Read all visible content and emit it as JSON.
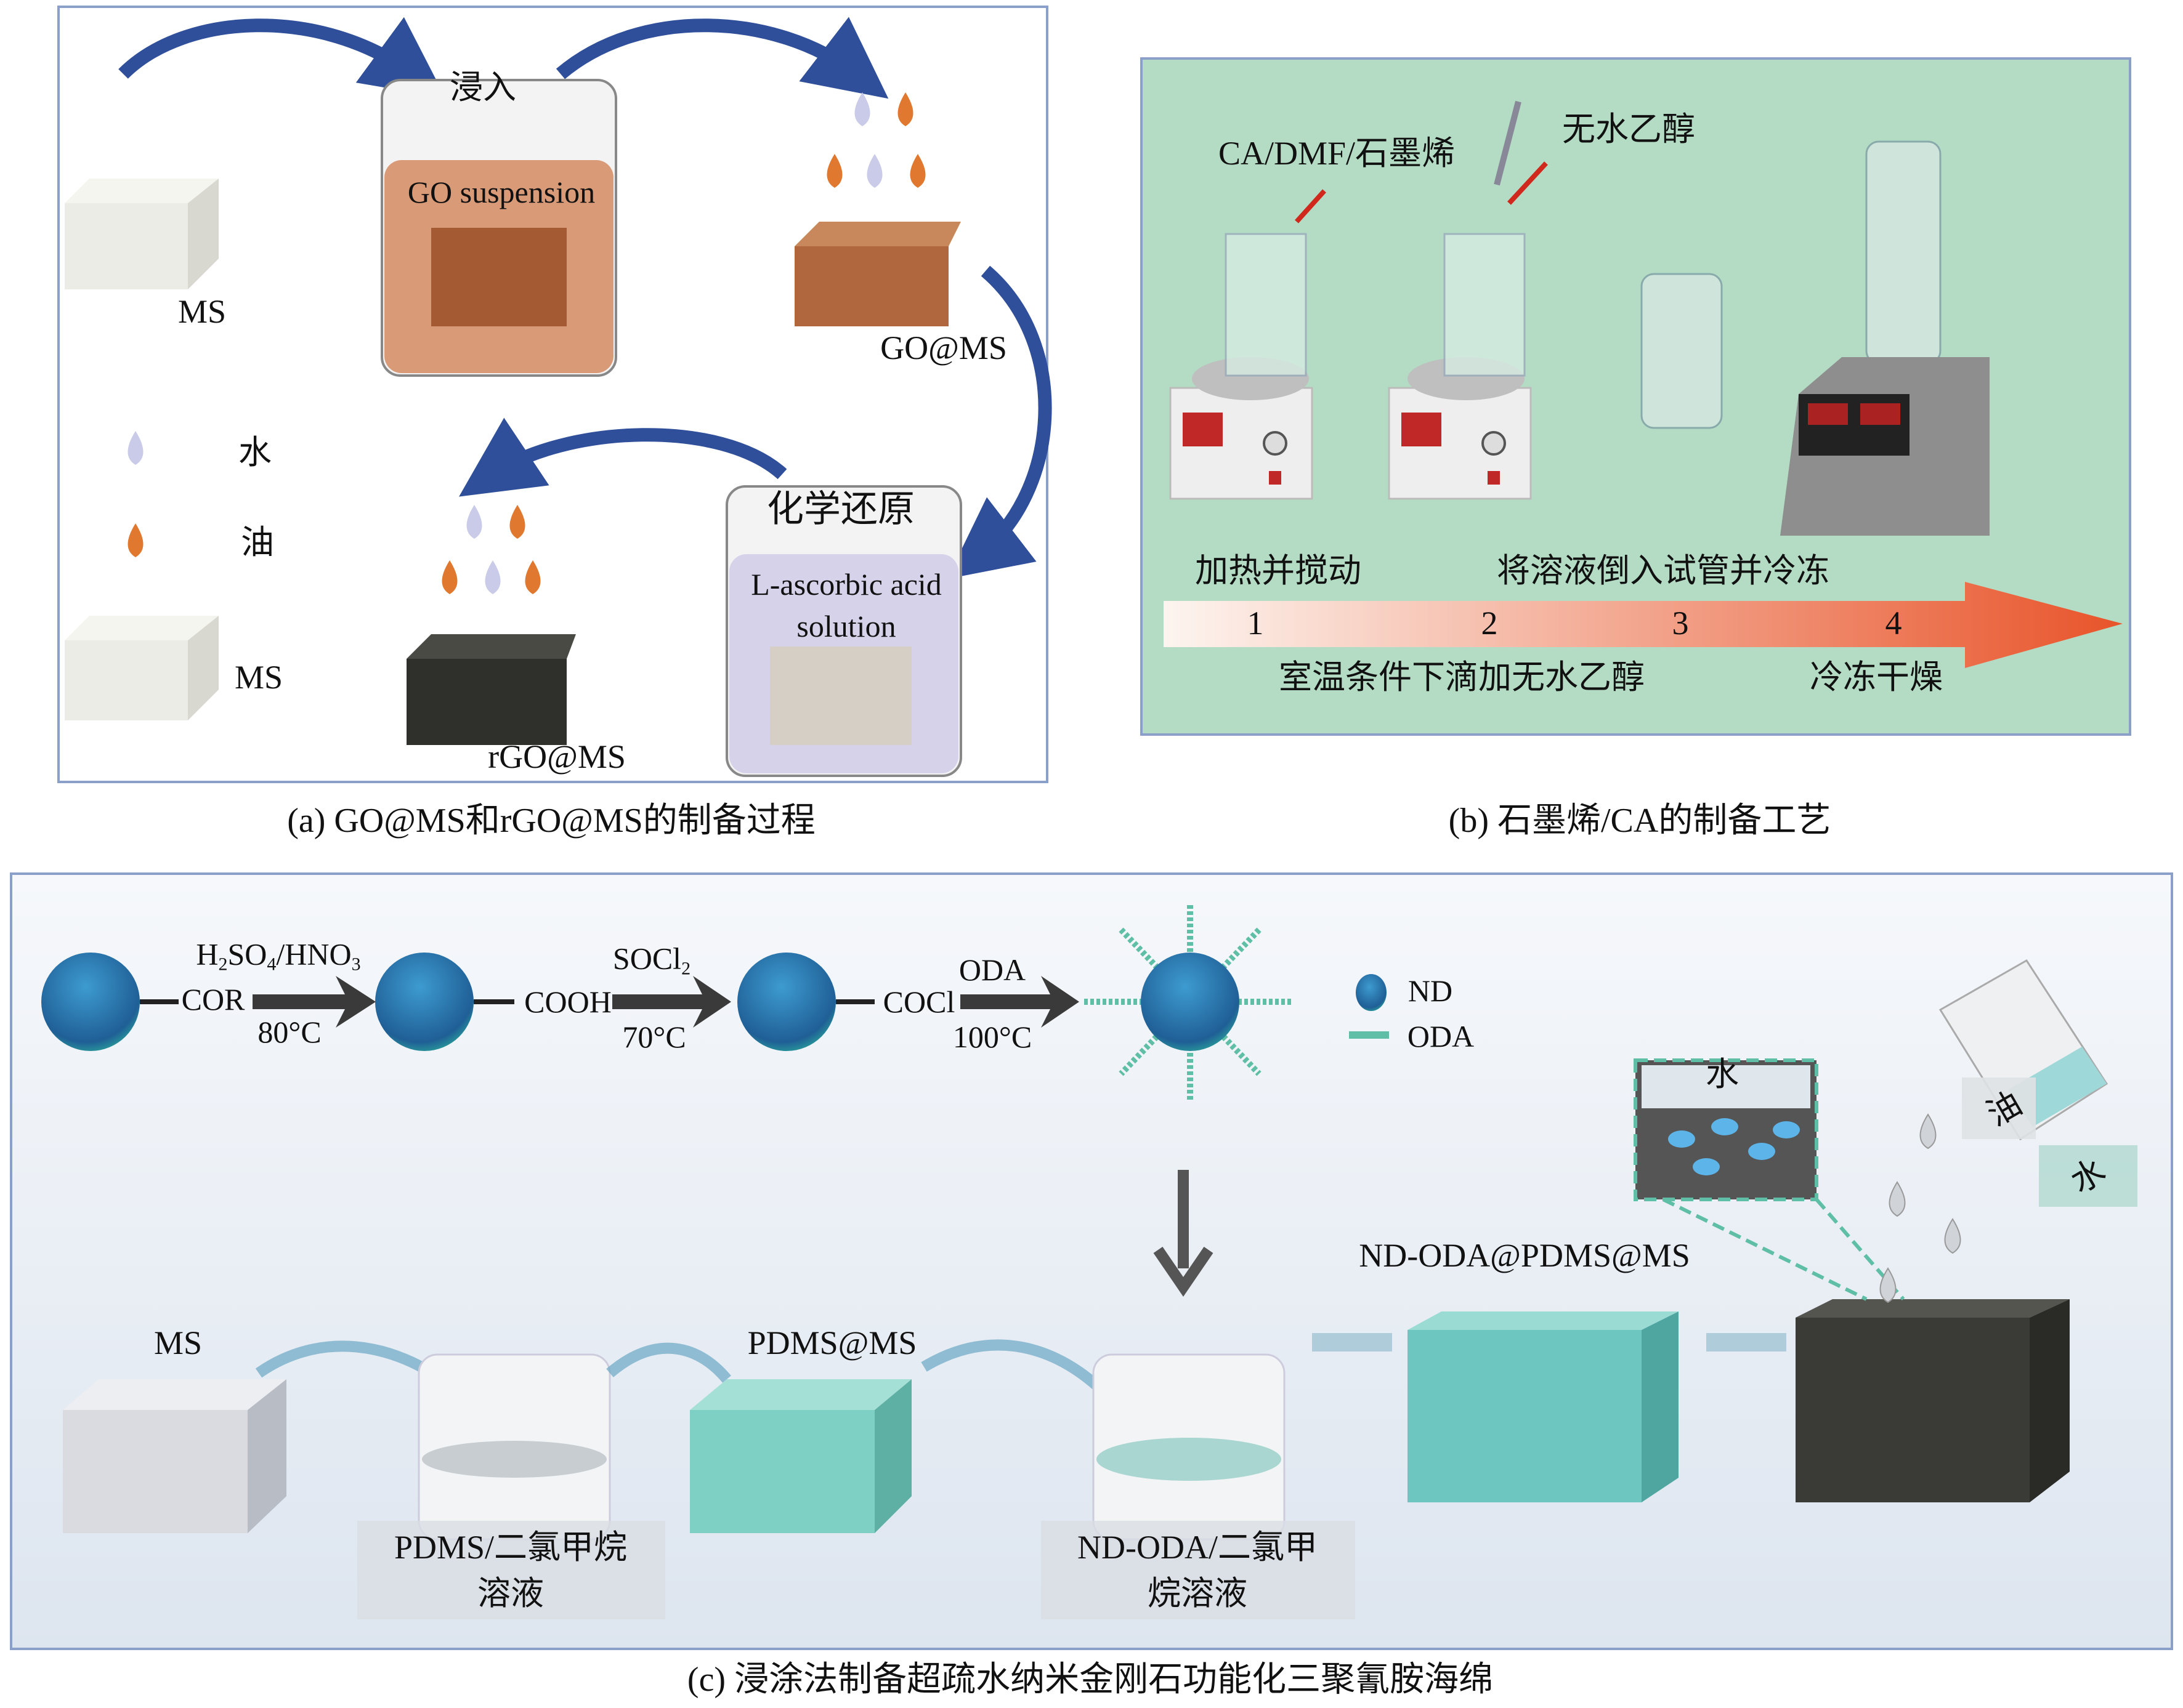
{
  "panel_a": {
    "caption": "(a) GO@MS和rGO@MS的制备过程",
    "immerse": "浸入",
    "go_suspension": "GO suspension",
    "ms_top": "MS",
    "go_ms": "GO@MS",
    "legend_water": "水",
    "legend_oil": "油",
    "ms_bottom": "MS",
    "chemical_reduction": "化学还原",
    "solution_line1": "L-ascorbic acid",
    "solution_line2": "solution",
    "rgo_ms": "rGO@MS",
    "colors": {
      "water": "#c9cbe8",
      "oil": "#e0782f",
      "go_liquid": "#d99a78",
      "reduction_liquid": "#d6d2ea"
    }
  },
  "panel_b": {
    "caption": "(b) 石墨烯/CA的制备工艺",
    "ca_dmf": "CA/DMF/石墨烯",
    "ethanol": "无水乙醇",
    "step_heat": "加热并搅动",
    "step_pour": "将溶液倒入试管并冷冻",
    "step_drop": "室温条件下滴加无水乙醇",
    "step_dry": "冷冻干燥",
    "steps": [
      "1",
      "2",
      "3",
      "4"
    ],
    "colors": {
      "background": "#b4dcc4",
      "arrow_start": "#fdf3ee",
      "arrow_end": "#e8542a"
    }
  },
  "panel_c": {
    "caption": "(c) 浸涂法制备超疏水纳米金刚石功能化三聚氰胺海绵",
    "reagent1_main": "H",
    "reagent1_sub1": "2",
    "reagent1_mid": "SO",
    "reagent1_sub2": "4",
    "reagent1_end": "/HNO",
    "reagent1_sub3": "3",
    "group1": "COR",
    "temp1": "80°C",
    "reagent2_main": "SOCl",
    "reagent2_sub": "2",
    "group2": "COOH",
    "temp2": "70°C",
    "reagent3": "ODA",
    "group3": "COCl",
    "temp3": "100°C",
    "legend_nd": "ND",
    "legend_oda": "ODA",
    "inset_water": "水",
    "oil_label": "油",
    "water_label": "水",
    "product": "ND-ODA@PDMS@MS",
    "ms": "MS",
    "pdms_ms": "PDMS@MS",
    "bath1_line1": "PDMS/二氯甲烷",
    "bath1_line2": "溶液",
    "bath2_line1": "ND-ODA/二氯甲",
    "bath2_line2": "烷溶液",
    "colors": {
      "nd": "#2a7fb0",
      "oda": "#5fbfa6",
      "pdms_sponge": "#7fd0c4",
      "final_sponge": "#3a3a36"
    }
  }
}
